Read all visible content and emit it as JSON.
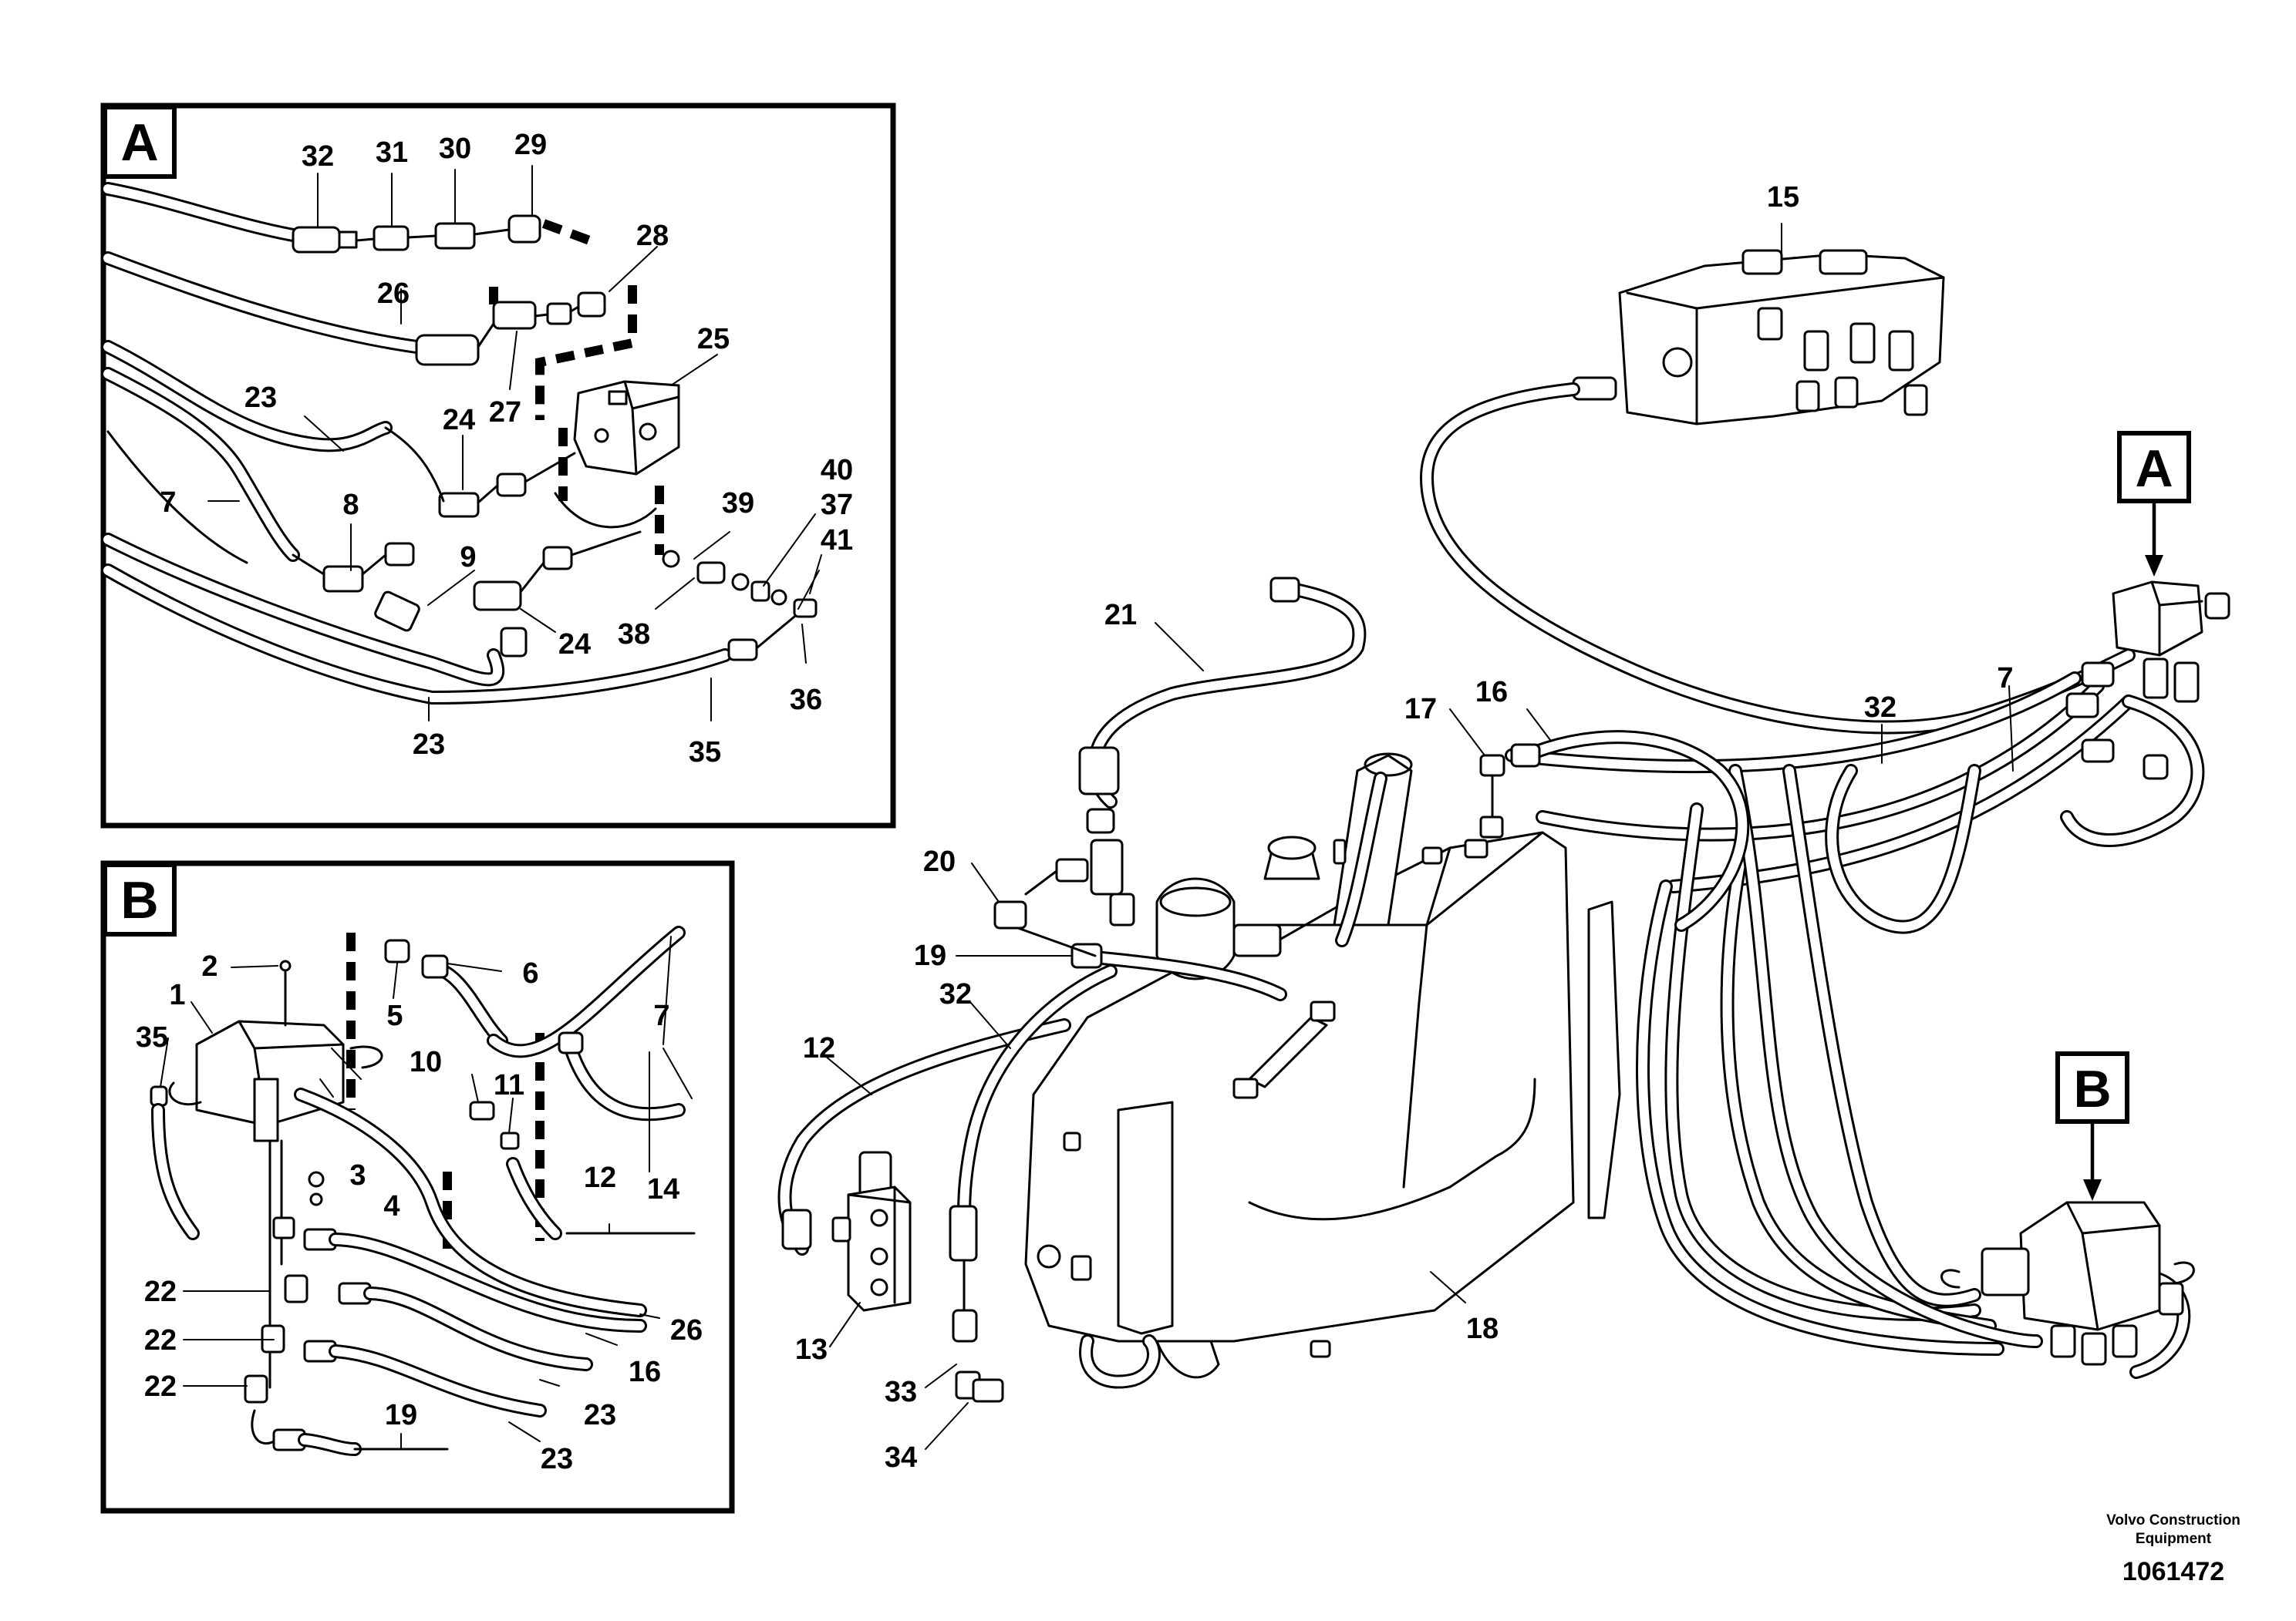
{
  "insets": {
    "a": {
      "letter": "A"
    },
    "b": {
      "letter": "B"
    }
  },
  "callouts": {
    "a": {
      "letter": "A"
    },
    "b": {
      "letter": "B"
    }
  },
  "labels_a": [
    "32",
    "31",
    "30",
    "29",
    "28",
    "26",
    "25",
    "27",
    "23",
    "24",
    "7",
    "8",
    "9",
    "24",
    "39",
    "40",
    "37",
    "41",
    "38",
    "36",
    "23",
    "35"
  ],
  "labels_b": [
    "2",
    "1",
    "35",
    "6",
    "5",
    "7",
    "10",
    "11",
    "3",
    "4",
    "12",
    "14",
    "22",
    "22",
    "22",
    "19",
    "26",
    "16",
    "23",
    "23"
  ],
  "labels_main": [
    "15",
    "21",
    "17",
    "16",
    "32",
    "7",
    "20",
    "19",
    "32",
    "12",
    "13",
    "33",
    "34",
    "18"
  ],
  "footer": {
    "brand_line1": "Volvo Construction",
    "brand_line2": "Equipment",
    "doc_number": "1061472"
  },
  "colors": {
    "ink": "#000000",
    "paper": "#ffffff"
  }
}
